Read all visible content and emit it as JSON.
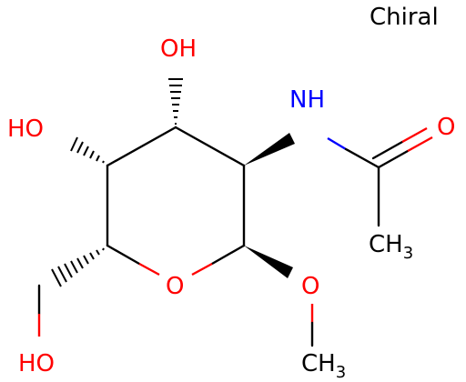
{
  "molecule": {
    "chiral_label": "Chiral",
    "atoms": {
      "oh_top": "OH",
      "ho_left": "HO",
      "ho_bottom": "HO",
      "nh": "NH",
      "o_carbonyl": "O",
      "o_ring": "O",
      "o_methoxy": "O",
      "ch3_acetyl": "CH",
      "ch3_acetyl_sub": "3",
      "ch3_methoxy": "CH",
      "ch3_methoxy_sub": "3"
    }
  },
  "colors": {
    "carbon": "#000000",
    "oxygen": "#ff0000",
    "nitrogen": "#0000ff",
    "background": "#ffffff"
  }
}
